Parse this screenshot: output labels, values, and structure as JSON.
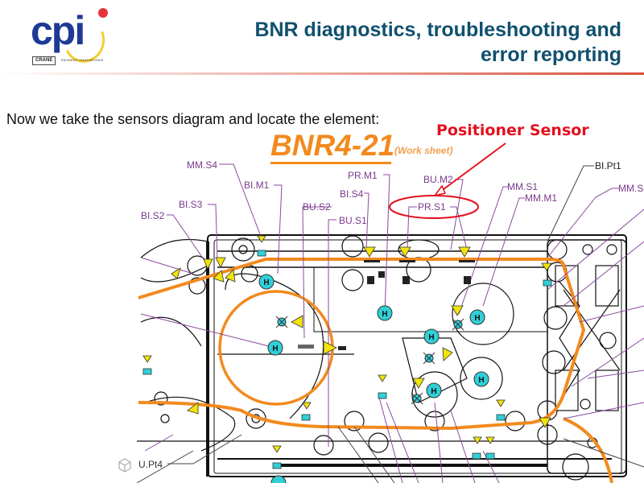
{
  "logo": {
    "brand": "cpi",
    "parent_brand": "CRANE",
    "tagline": "PAYMENT INNOVATIONS"
  },
  "header": {
    "title_line1": "BNR diagnostics, troubleshooting and",
    "title_line2": "error reporting"
  },
  "body": {
    "intro_text": "Now we take the sensors diagram and locate the element:",
    "callout_label": "Positioner Sensor",
    "highlighted_sensor": "PR.S1"
  },
  "diagram": {
    "title": "BNR4-21",
    "subtitle": "(Work sheet)",
    "labels": [
      {
        "id": "mm-s4",
        "text": "MM.S4"
      },
      {
        "id": "bi-m1",
        "text": "BI.M1"
      },
      {
        "id": "bi-s3",
        "text": "BI.S3"
      },
      {
        "id": "bi-s2",
        "text": "BI.S2"
      },
      {
        "id": "bu-s2",
        "text": "BU.S2"
      },
      {
        "id": "pr-m1",
        "text": "PR.M1"
      },
      {
        "id": "bi-s4",
        "text": "BI.S4"
      },
      {
        "id": "bu-s1",
        "text": "BU.S1"
      },
      {
        "id": "bu-m2",
        "text": "BU.M2"
      },
      {
        "id": "pr-s1",
        "text": "PR.S1"
      },
      {
        "id": "mm-s1",
        "text": "MM.S1"
      },
      {
        "id": "mm-m1",
        "text": "MM.M1"
      },
      {
        "id": "bi-pt1",
        "text": "BI.Pt1"
      },
      {
        "id": "mm-s-cut",
        "text": "MM.S"
      },
      {
        "id": "u-pt4",
        "text": "U.Pt4"
      }
    ]
  },
  "colors": {
    "title": "#10506e",
    "accent_red": "#e3101e",
    "orange": "#f28a1e",
    "label_purple": "#7a3a8c",
    "sensor_cyan": "#2fd0d8",
    "sensor_yellow": "#f2e30c"
  }
}
